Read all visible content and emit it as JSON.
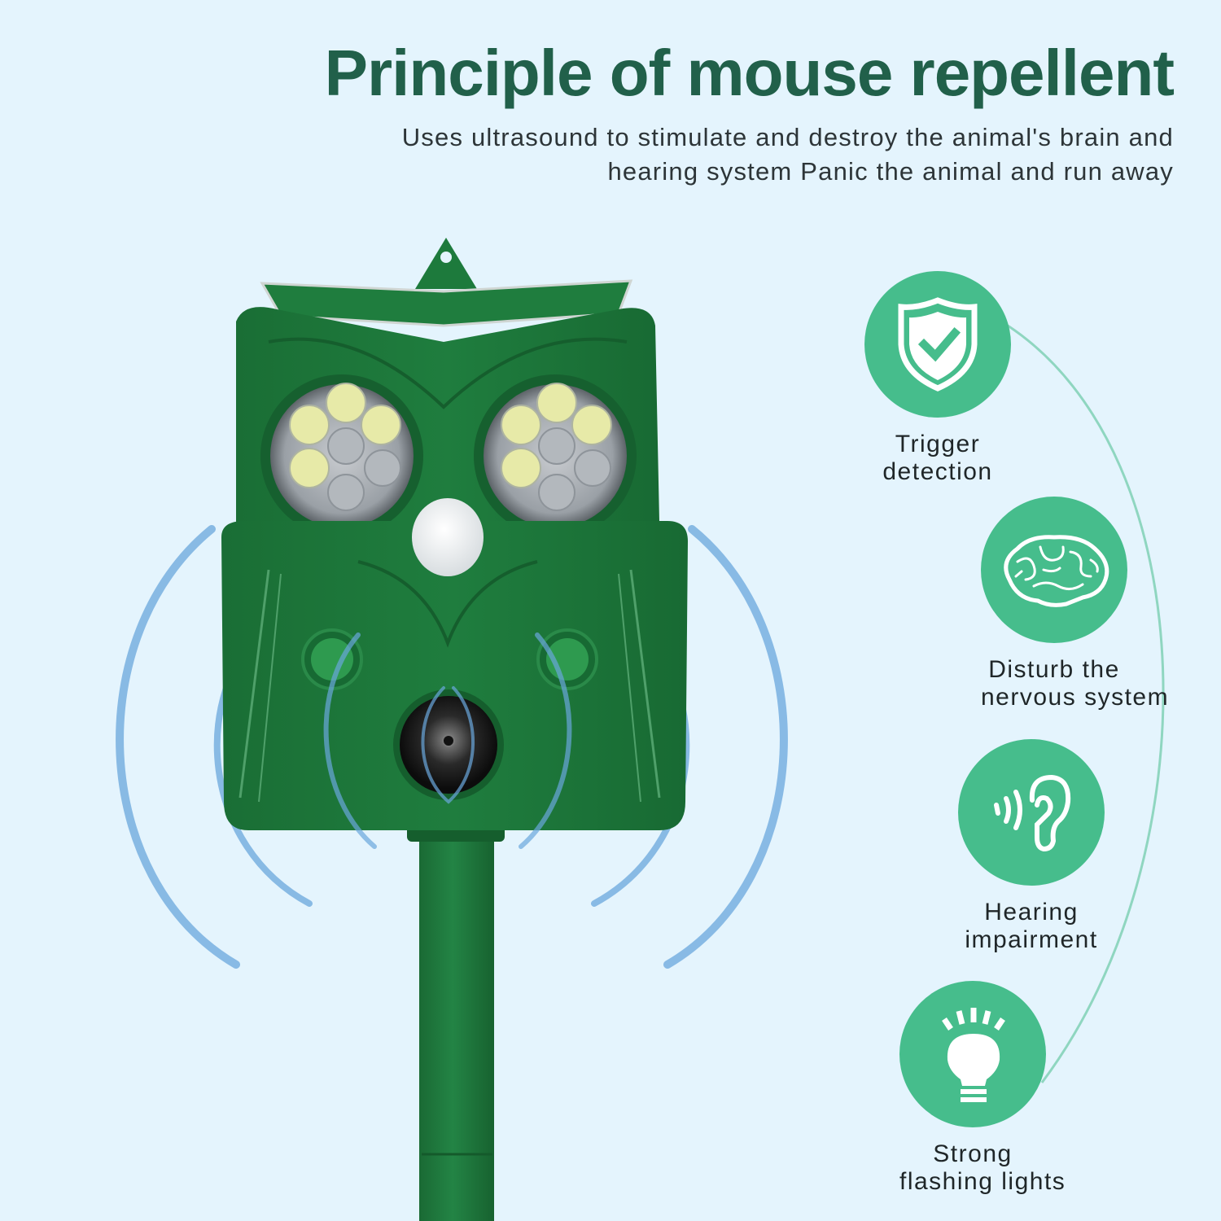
{
  "header": {
    "title": "Principle of mouse repellent",
    "subtitle_line1": "Uses ultrasound to stimulate and destroy the animal's brain and",
    "subtitle_line2": "hearing system Panic the animal and run away"
  },
  "colors": {
    "background": "#e4f4fd",
    "title": "#21604a",
    "subtitle": "#2d3538",
    "feature_circle": "#46bd8c",
    "connector_arc": "#8fd6c0",
    "product_green": "#1d7a3c",
    "sound_wave": "#6aa7dc"
  },
  "product": {
    "name": "owl-shaped ultrasonic repeller",
    "parts": [
      "hanging-hook",
      "solar-panel",
      "led-eye-left",
      "led-eye-right",
      "pir-motion-sensor",
      "knob-left",
      "knob-right",
      "ultrasonic-speaker",
      "ground-stake"
    ]
  },
  "features": [
    {
      "icon": "shield-check-icon",
      "line1": "Trigger",
      "line2": "detection"
    },
    {
      "icon": "brain-icon",
      "line1": "Disturb the",
      "line2": "nervous system"
    },
    {
      "icon": "ear-sound-icon",
      "line1": "Hearing",
      "line2": "impairment"
    },
    {
      "icon": "lightbulb-icon",
      "line1": "Strong",
      "line2": "flashing lights"
    }
  ]
}
